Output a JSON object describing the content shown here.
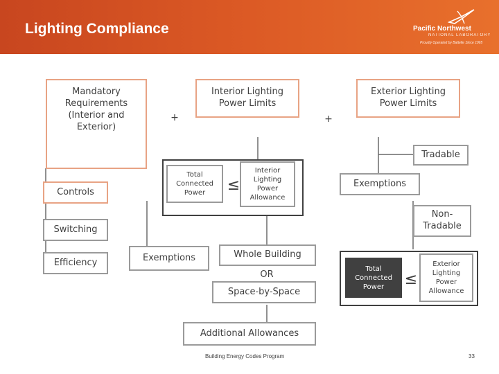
{
  "header": {
    "title": "Lighting Compliance",
    "logo": {
      "name": "Pacific Northwest",
      "sub": "NATIONAL LABORATORY",
      "tagline": "Proudly Operated by Battelle Since 1965",
      "mark_icon": "pnnl-star-mark"
    }
  },
  "diagram": {
    "mandatory": "Mandatory Requirements (Interior and Exterior)",
    "plus1": "+",
    "interior_limits": "Interior Lighting Power Limits",
    "plus2": "+",
    "exterior_limits": "Exterior Lighting Power Limits",
    "controls": "Controls",
    "switching": "Switching",
    "efficiency": "Efficiency",
    "interior_total": "Total Connected Power",
    "interior_leq": "≤",
    "interior_allowance": "Interior Lighting Power Allowance",
    "interior_exemptions": "Exemptions",
    "whole_building": "Whole Building",
    "or": "OR",
    "space_by_space": "Space-by-Space",
    "additional": "Additional Allowances",
    "tradable": "Tradable",
    "exterior_exemptions": "Exemptions",
    "non_tradable": "Non-Tradable",
    "exterior_total": "Total Connected Power",
    "exterior_leq": "≤",
    "exterior_allowance": "Exterior Lighting Power Allowance"
  },
  "footer": {
    "program": "Building Energy Codes Program",
    "page": "33"
  },
  "colors": {
    "header_start": "#c8461f",
    "header_end": "#e8702c",
    "orange_border": "#e8a384",
    "gray_border": "#9a9a9a",
    "dark_fill": "#404040"
  }
}
